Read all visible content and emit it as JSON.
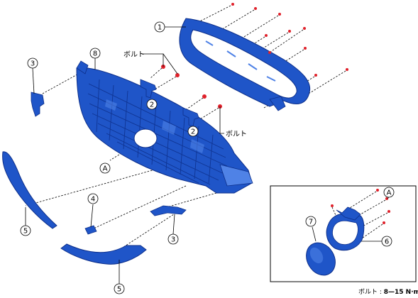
{
  "callouts": {
    "n1": "1",
    "n2a": "2",
    "n2b": "2",
    "n3a": "3",
    "n3b": "3",
    "n4": "4",
    "n5a": "5",
    "n5b": "5",
    "n6": "6",
    "n7": "7",
    "n8": "8",
    "nA1": "A",
    "nA2": "A"
  },
  "labels": {
    "bolt_top": "ボルト",
    "bolt_mid": "ボルト"
  },
  "torque_note": {
    "label": "ボルト : ",
    "value": "8—15 N·m"
  },
  "colors": {
    "part": "#1f55c8",
    "part_dark": "#0d2f8a",
    "part_light": "#4f82e6",
    "bolt": "#e0202a"
  }
}
